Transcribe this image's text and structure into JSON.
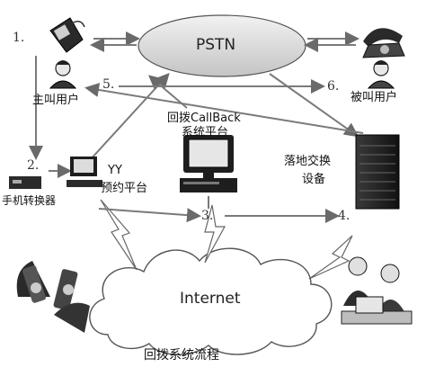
{
  "nodes": {
    "pstn": "PSTN",
    "internet": "Internet",
    "caller": "主叫用户",
    "callee": "被叫用户",
    "callback_line1": "回拨CallBack",
    "callback_line2": "系统平台",
    "yy_line1": "YY",
    "yy_line2": "预约平台",
    "converter": "手机转换器",
    "gateway_line1": "落地交换",
    "gateway_line2": "设备"
  },
  "steps": {
    "s1": "1.",
    "s2": "2.",
    "s3": "3.",
    "s4": "4.",
    "s5": "5.",
    "s6": "6."
  },
  "caption": "回拨系统流程",
  "colors": {
    "ellipse_fill": "#dcdcdc",
    "arrow": "#7a7a7a",
    "device": "#1e1e1e"
  }
}
